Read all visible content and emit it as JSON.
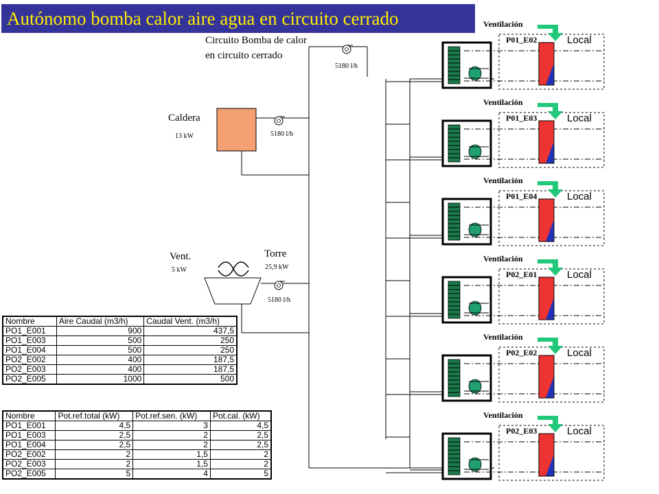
{
  "title": "Autónomo bomba calor aire agua en circuito cerrado",
  "circuit_label_line1": "Circuito Bomba de calor",
  "circuit_label_line2": "en circuito cerrado",
  "flow_label": "5180 l/h",
  "boiler": {
    "label": "Caldera",
    "power": "13 kW",
    "color": "#f4a072"
  },
  "fan": {
    "label": "Vent.",
    "power": "5 kW"
  },
  "tower": {
    "label": "Torre",
    "power": "25,9 kW"
  },
  "ventilation_label": "Ventilación",
  "local_label": "Local",
  "units": [
    "P01_E02",
    "P01_E03",
    "P01_E04",
    "P02_E01",
    "P02_E02",
    "P02_E03"
  ],
  "colors": {
    "coil": "#1a7a4a",
    "fan_fill": "#20a070",
    "arrow": "#22c87a",
    "hot": "#ee3333",
    "cold": "#2233bb",
    "title_bg": "#333399",
    "title_text": "#ffee00"
  },
  "table1": {
    "headers": [
      "Nombre",
      "Aire Caudal (m3/h)",
      "Caudal Vent. (m3/h)"
    ],
    "rows": [
      [
        "PO1_E001",
        "900",
        "437,5"
      ],
      [
        "PO1_E003",
        "500",
        "250"
      ],
      [
        "PO1_E004",
        "500",
        "250"
      ],
      [
        "PO2_E002",
        "400",
        "187,5"
      ],
      [
        "PO2_E003",
        "400",
        "187,5"
      ],
      [
        "PO2_E005",
        "1000",
        "500"
      ]
    ]
  },
  "table2": {
    "headers": [
      "Nombre",
      "Pot.ref.total (kW)",
      "Pot.ref.sen. (kW)",
      "Pot.cal. (kW)"
    ],
    "rows": [
      [
        "PO1_E001",
        "4,5",
        "3",
        "4,5"
      ],
      [
        "PO1_E003",
        "2,5",
        "2",
        "2,5"
      ],
      [
        "PO1_E004",
        "2,5",
        "2",
        "2,5"
      ],
      [
        "PO2_E002",
        "2",
        "1,5",
        "2"
      ],
      [
        "PO2_E003",
        "2",
        "1,5",
        "2"
      ],
      [
        "PO2_E005",
        "5",
        "4",
        "5"
      ]
    ]
  }
}
